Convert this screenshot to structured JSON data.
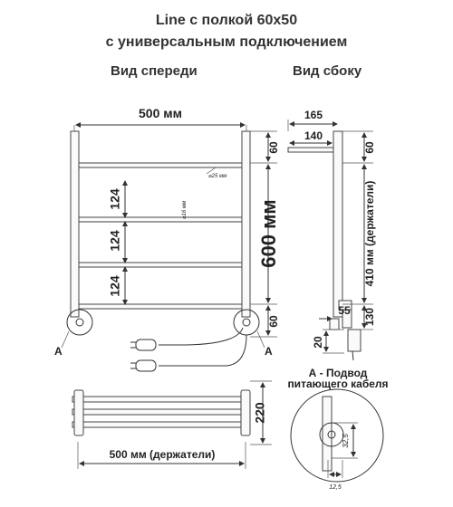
{
  "title": {
    "line1": "Line с полкой 60х50",
    "line2": "с универсальным подключением"
  },
  "views": {
    "front": "Вид спереди",
    "side": "Вид сбоку"
  },
  "front": {
    "width": "500 мм",
    "height": "600 мм",
    "top_offset": "60",
    "bottom_offset": "60",
    "spacing_1": "124",
    "spacing_2": "124",
    "spacing_3": "124",
    "diameter_main": "⌀25 мм",
    "diameter_bar": "⌀16 мм",
    "label_a_left": "A",
    "label_a_right": "A"
  },
  "side": {
    "depth_total": "165",
    "depth_shelf": "140",
    "top_offset": "60",
    "holders": "410 мм (держатели)",
    "bottom": "130",
    "inset": "55",
    "outlet": "20"
  },
  "shelf": {
    "height": "220",
    "width": "500 мм (держатели)"
  },
  "detail": {
    "caption_line1": "А - Подвод",
    "caption_line2": "питающего кабеля",
    "dim_vertical": "32,5",
    "dim_horizontal": "12,5"
  }
}
